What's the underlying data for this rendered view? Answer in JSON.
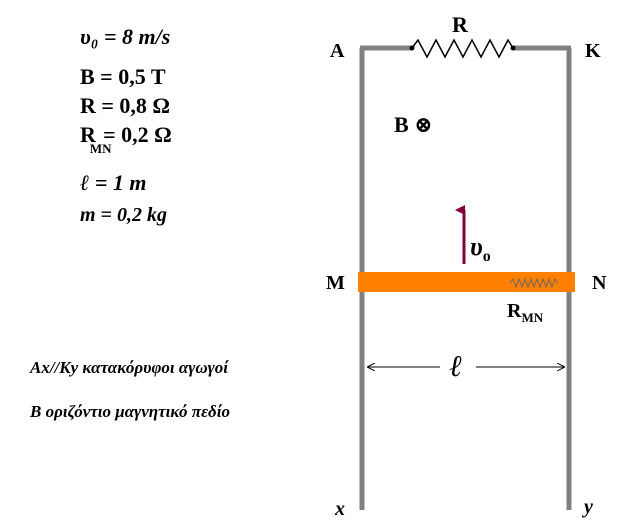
{
  "given": {
    "v0": "υ₀ = 8 m/s",
    "B": "B = 0,5 T",
    "R": "R = 0,8 Ω",
    "RMN_sym": "R",
    "RMN_sub": "MN",
    "RMN_val": "= 0,2 Ω",
    "l": "ℓ = 1 m",
    "m": "m = 0,2 kg"
  },
  "notes": {
    "line1": "Αx//Ky  κατακόρυφοι αγωγοί",
    "line2": "B  οριζόντιο μαγνητικό πεδίο"
  },
  "diagram": {
    "R_label": "R",
    "A": "A",
    "K": "K",
    "M": "M",
    "N": "N",
    "x": "x",
    "y": "y",
    "B_field": "B ⊗",
    "velocity": "υ",
    "velocity_sub": "o",
    "RMN_sym": "R",
    "RMN_sub": "MN",
    "ell": "ℓ",
    "colors": {
      "rail": "#808080",
      "rod": "#ff8000",
      "arrow": "#800040"
    }
  }
}
